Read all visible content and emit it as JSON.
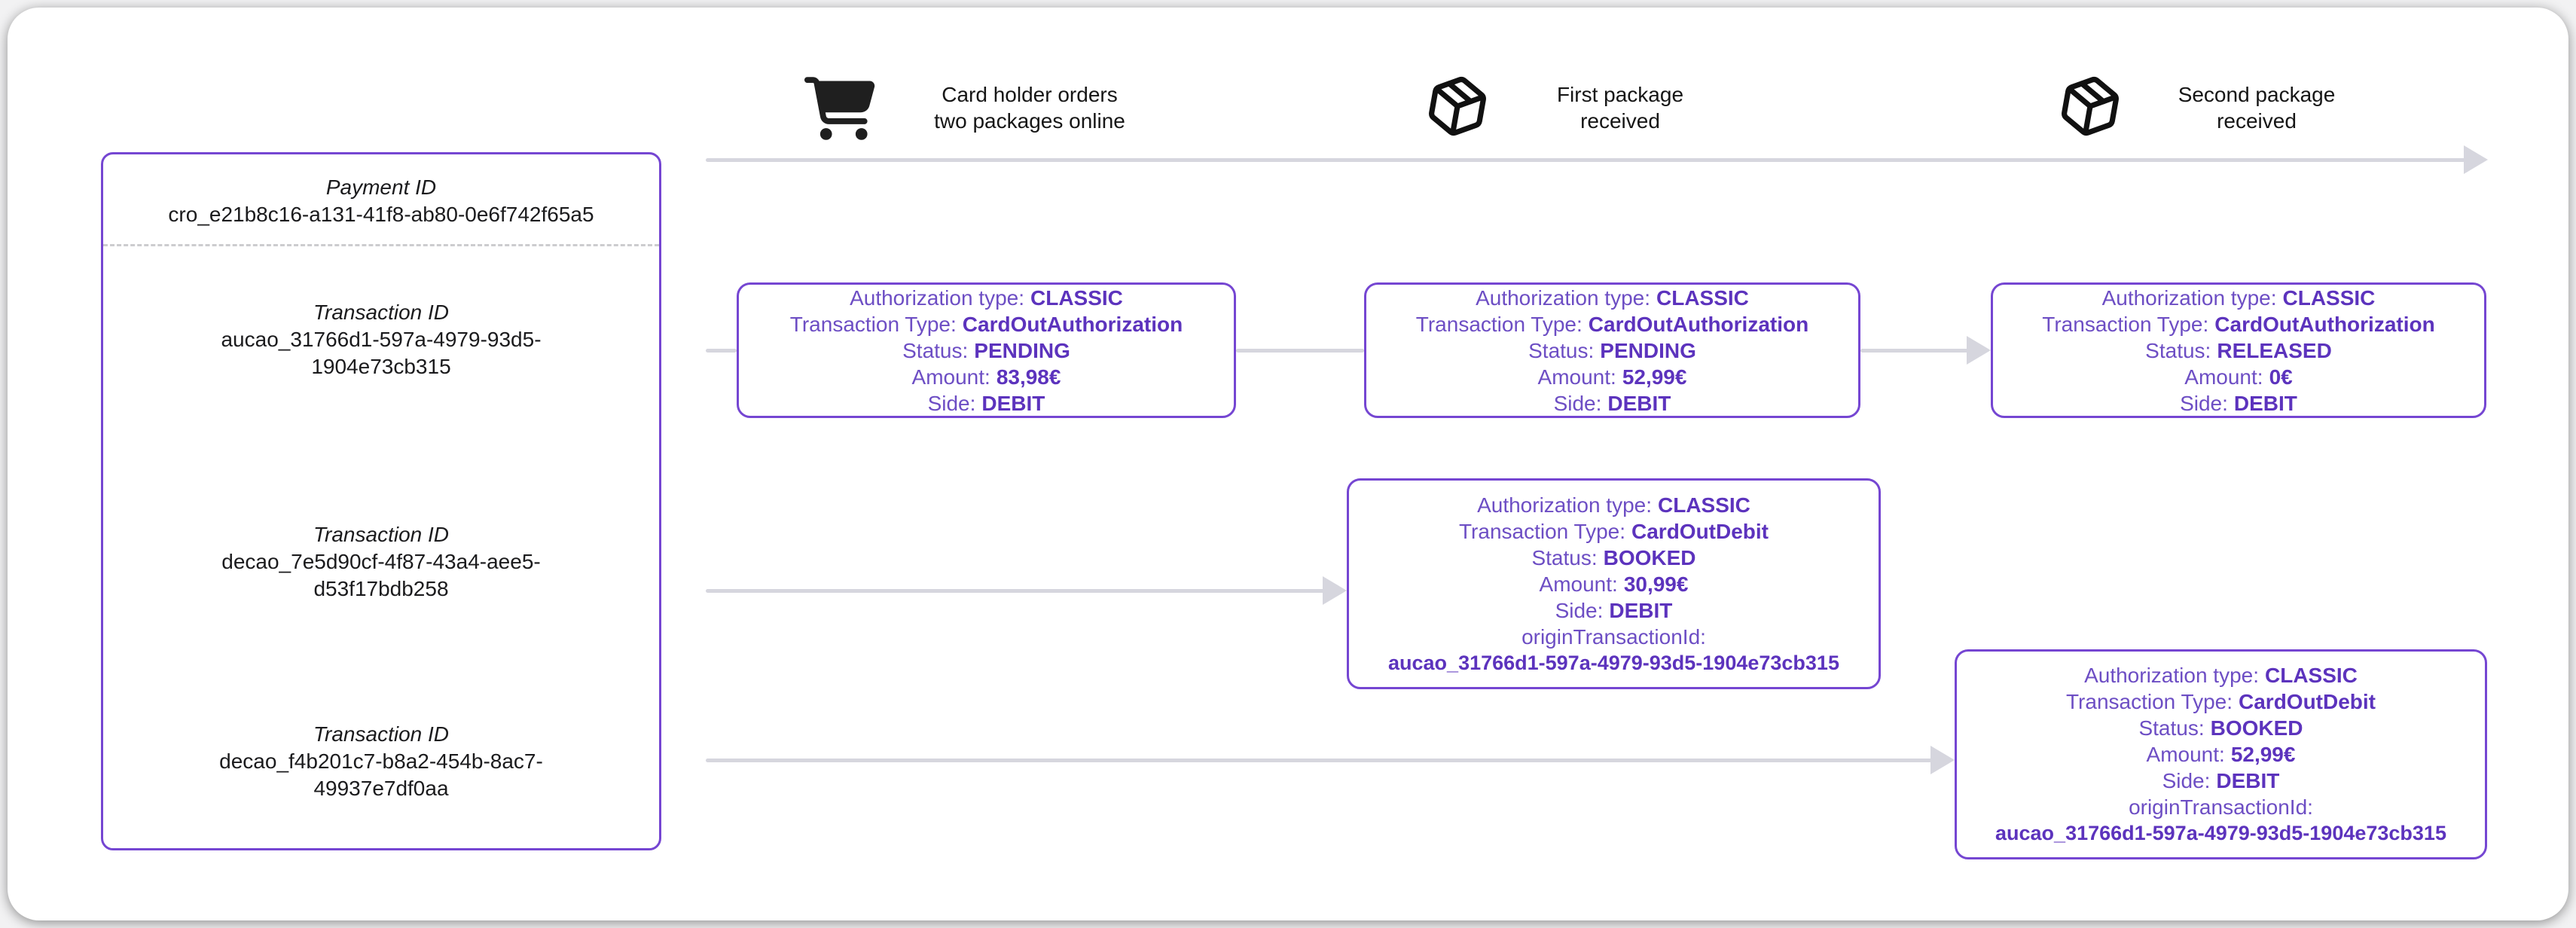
{
  "colors": {
    "accent_purple_border": "#7546d2",
    "purple_label": "#6d4ec4",
    "purple_value": "#5c33bd",
    "arrow_gray": "#d6d6de",
    "text_dark": "#161616"
  },
  "timeline": {
    "steps": [
      {
        "icon": "cart-icon",
        "line1": "Card holder orders",
        "line2": "two packages online"
      },
      {
        "icon": "package-icon",
        "line1": "First package",
        "line2": "received"
      },
      {
        "icon": "package-icon",
        "line1": "Second package",
        "line2": "received"
      }
    ]
  },
  "left_panel": {
    "payment": {
      "label": "Payment ID",
      "value": "cro_e21b8c16-a131-41f8-ab80-0e6f742f65a5"
    },
    "transactions": [
      {
        "label": "Transaction ID",
        "value": "aucao_31766d1-597a-4979-93d5-1904e73cb315"
      },
      {
        "label": "Transaction ID",
        "value": "decao_7e5d90cf-4f87-43a4-aee5-d53f17bdb258"
      },
      {
        "label": "Transaction ID",
        "value": "decao_f4b201c7-b8a2-454b-8ac7-49937e7df0aa"
      }
    ]
  },
  "boxes": [
    {
      "fields": [
        {
          "label": "Authorization type:",
          "value": "CLASSIC"
        },
        {
          "label": "Transaction Type:",
          "value": "CardOutAuthorization"
        },
        {
          "label": "Status:",
          "value": "PENDING"
        },
        {
          "label": "Amount:",
          "value": "83,98€"
        },
        {
          "label": "Side:",
          "value": "DEBIT"
        }
      ]
    },
    {
      "fields": [
        {
          "label": "Authorization type:",
          "value": "CLASSIC"
        },
        {
          "label": "Transaction Type:",
          "value": "CardOutAuthorization"
        },
        {
          "label": "Status:",
          "value": "PENDING"
        },
        {
          "label": "Amount:",
          "value": "52,99€"
        },
        {
          "label": "Side:",
          "value": "DEBIT"
        }
      ]
    },
    {
      "fields": [
        {
          "label": "Authorization type:",
          "value": "CLASSIC"
        },
        {
          "label": "Transaction Type:",
          "value": "CardOutAuthorization"
        },
        {
          "label": "Status:",
          "value": "RELEASED"
        },
        {
          "label": "Amount:",
          "value": "0€"
        },
        {
          "label": "Side:",
          "value": "DEBIT"
        }
      ]
    },
    {
      "fields": [
        {
          "label": "Authorization type:",
          "value": "CLASSIC"
        },
        {
          "label": "Transaction Type:",
          "value": "CardOutDebit"
        },
        {
          "label": "Status:",
          "value": "BOOKED"
        },
        {
          "label": "Amount:",
          "value": "30,99€"
        },
        {
          "label": "Side:",
          "value": "DEBIT"
        }
      ],
      "origin": {
        "label": "originTransactionId:",
        "value": "aucao_31766d1-597a-4979-93d5-1904e73cb315"
      }
    },
    {
      "fields": [
        {
          "label": "Authorization type:",
          "value": "CLASSIC"
        },
        {
          "label": "Transaction Type:",
          "value": "CardOutDebit"
        },
        {
          "label": "Status:",
          "value": "BOOKED"
        },
        {
          "label": "Amount:",
          "value": "52,99€"
        },
        {
          "label": "Side:",
          "value": "DEBIT"
        }
      ],
      "origin": {
        "label": "originTransactionId:",
        "value": "aucao_31766d1-597a-4979-93d5-1904e73cb315"
      }
    }
  ]
}
